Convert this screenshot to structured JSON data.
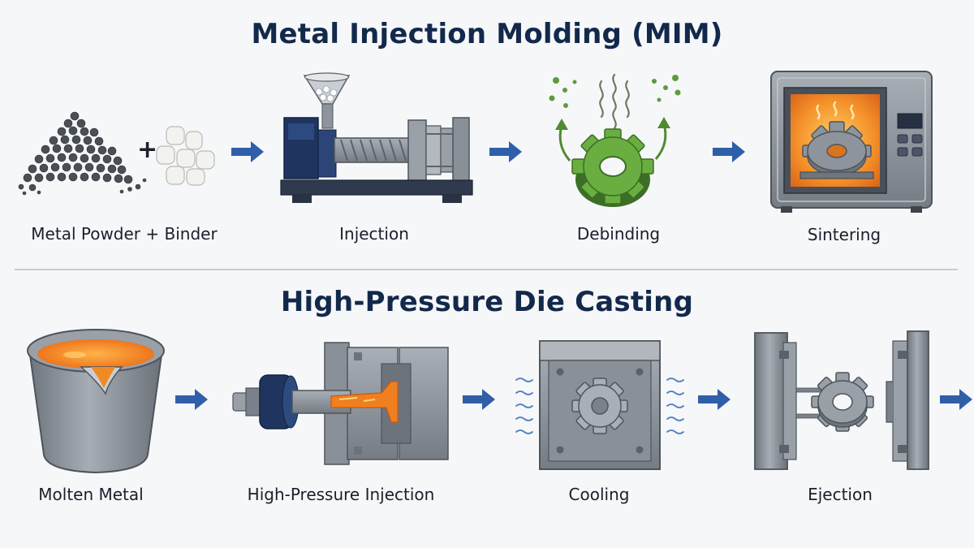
{
  "mim": {
    "title": "Metal Injection Molding (MIM)",
    "steps": [
      {
        "label": "Metal Powder + Binder",
        "icon": "powder-binder-icon"
      },
      {
        "label": "Injection",
        "icon": "injection-machine-icon"
      },
      {
        "label": "Debinding",
        "icon": "debinding-gear-icon"
      },
      {
        "label": "Sintering",
        "icon": "sintering-furnace-icon"
      }
    ],
    "plus_sign": "+"
  },
  "hpdc": {
    "title": "High-Pressure Die Casting",
    "steps": [
      {
        "label": "Molten Metal",
        "icon": "molten-metal-ladle-icon"
      },
      {
        "label": "High-Pressure Injection",
        "icon": "die-casting-injection-icon"
      },
      {
        "label": "Cooling",
        "icon": "cooling-die-icon"
      },
      {
        "label": "Ejection",
        "icon": "ejection-die-icon"
      }
    ]
  },
  "colors": {
    "title": "#13294b",
    "arrow": "#2f5fa8",
    "steel": "#8e949c",
    "navy": "#1f3560",
    "green": "#5e9a3c",
    "molten": "#f07f1f"
  }
}
